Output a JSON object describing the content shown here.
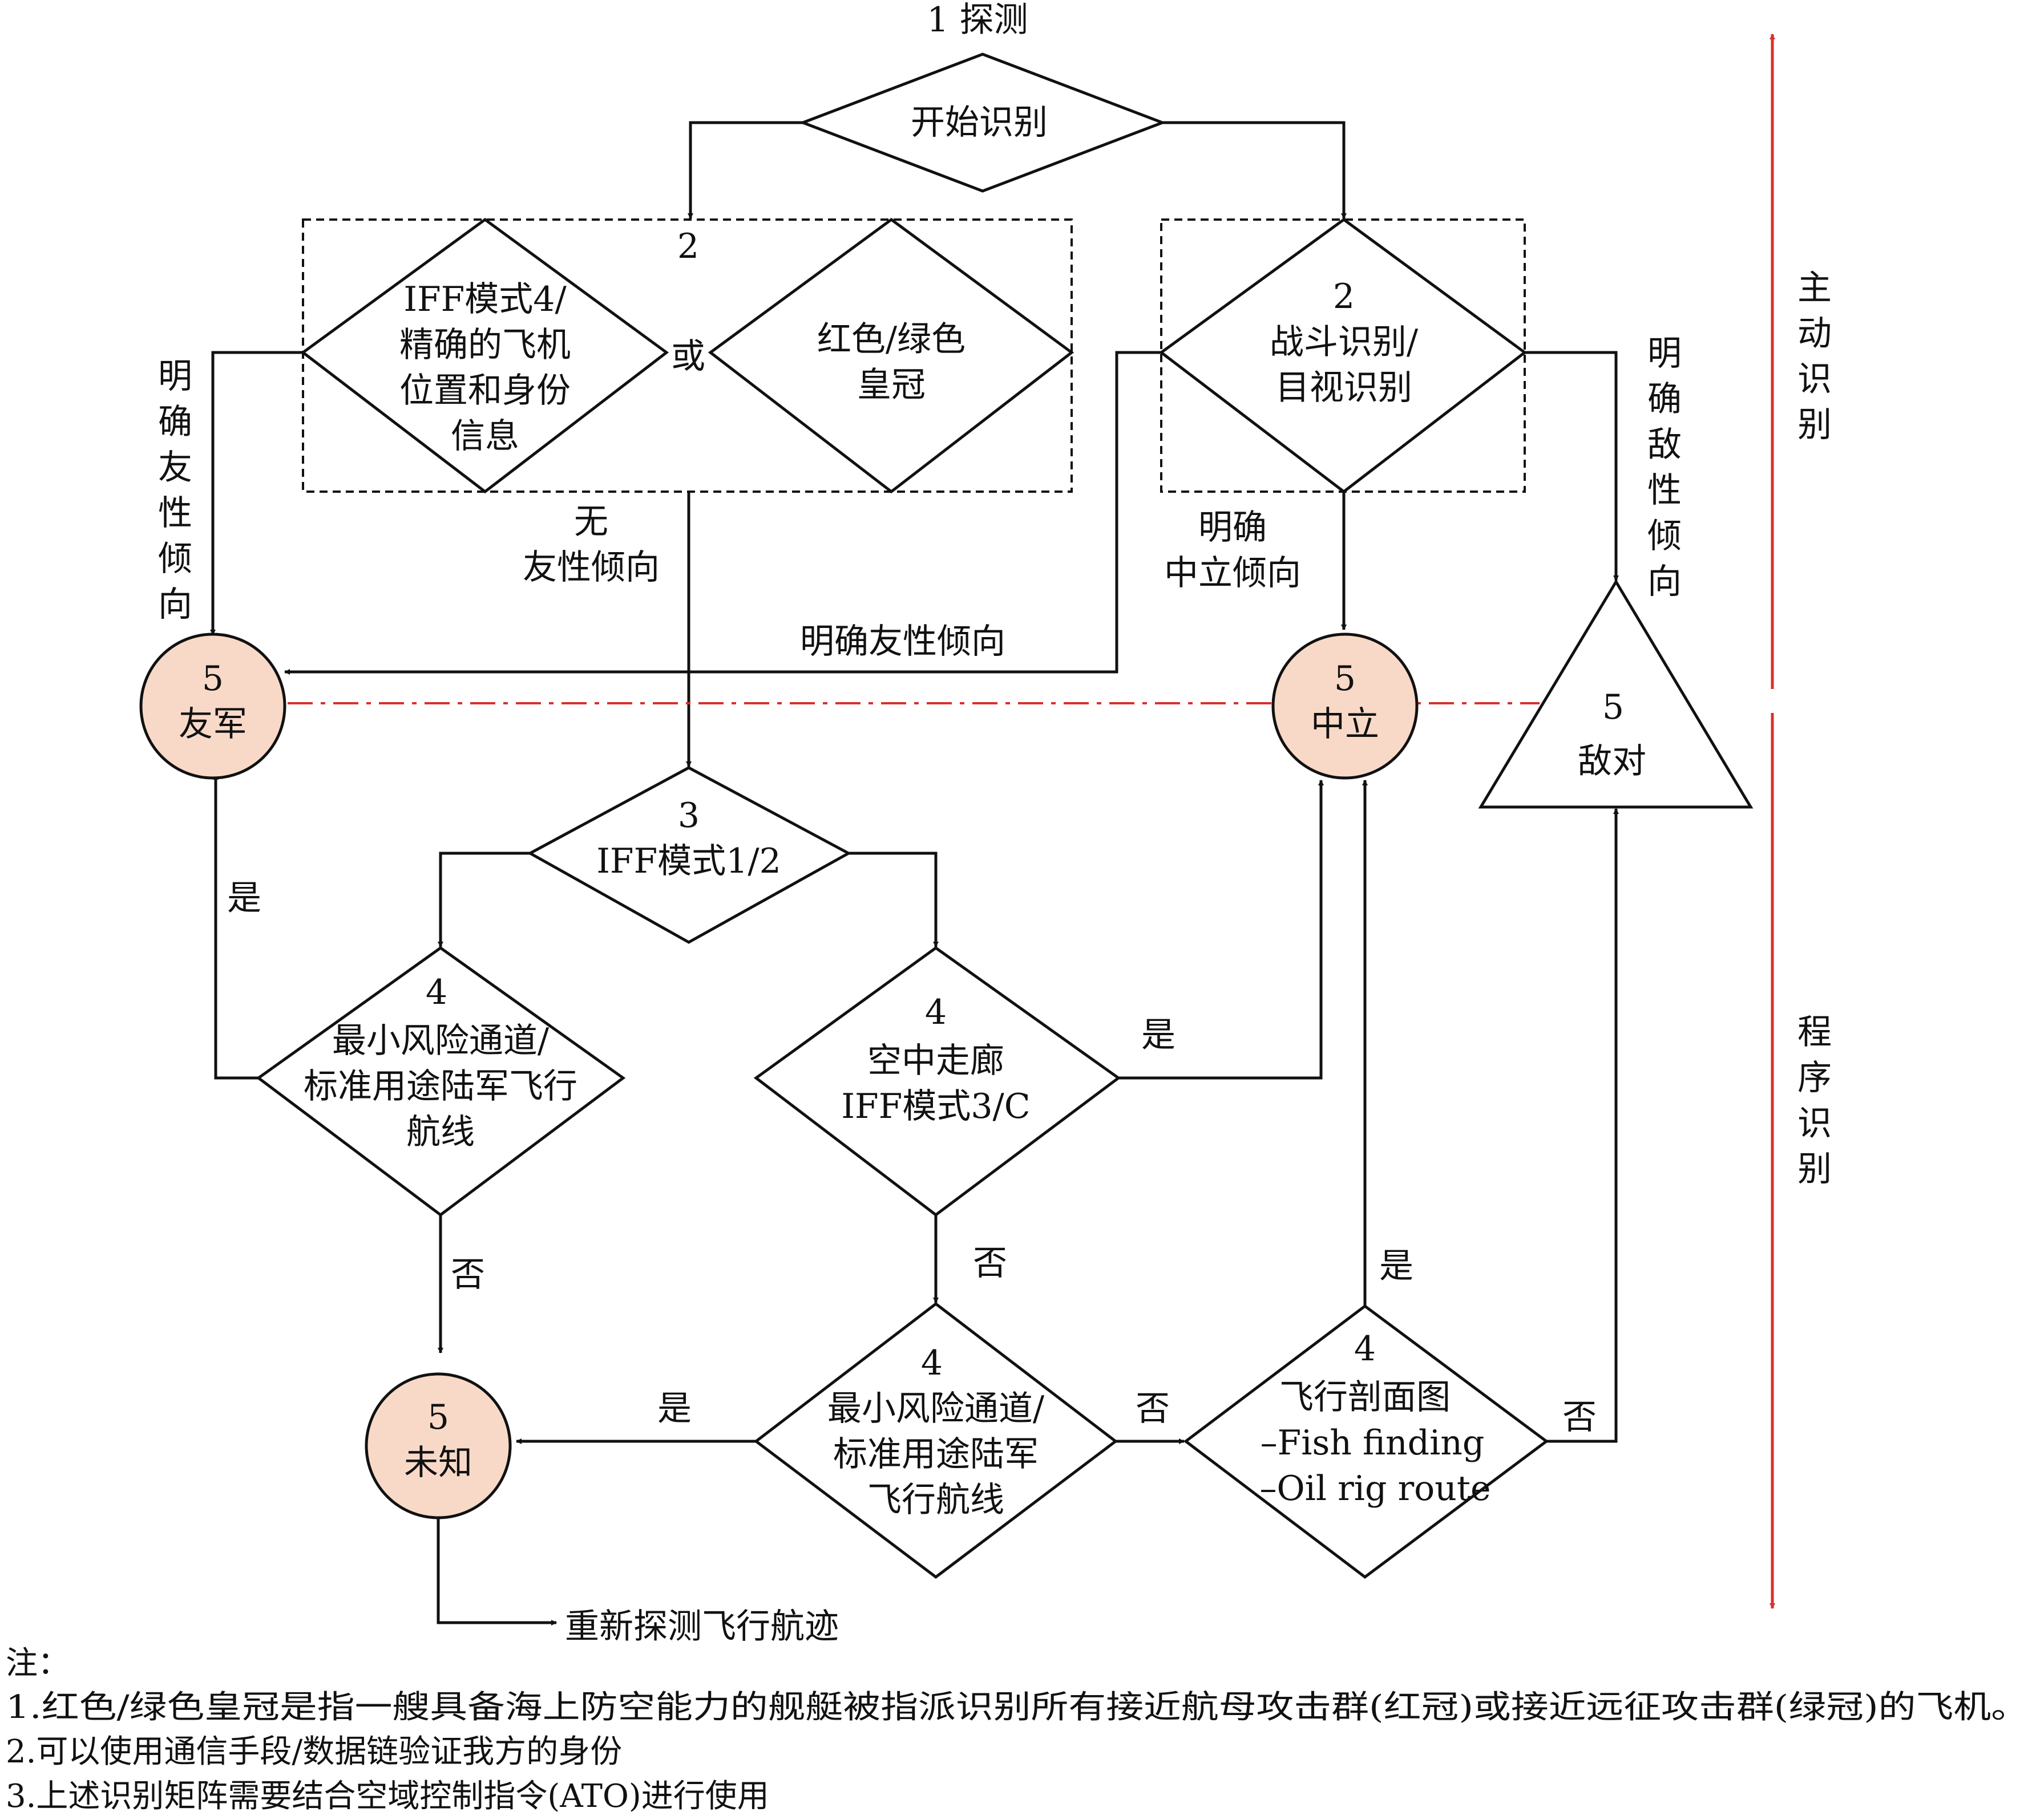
{
  "colors": {
    "line": "#111111",
    "terminal_fill": "#f8d9c8",
    "accent_red": "#d9302c"
  },
  "labels": {
    "step1": "1 探测",
    "start": "开始识别",
    "box_left_num": "2",
    "iff4": [
      "IFF模式4/",
      "精确的飞机",
      "位置和身份",
      "信息"
    ],
    "or": "或",
    "crown": [
      "红色/绿色",
      "皇冠"
    ],
    "combat_num": "2",
    "combat": [
      "战斗识别/",
      "目视识别"
    ],
    "friendly_vertical": [
      "明",
      "确",
      "友",
      "性",
      "倾",
      "向"
    ],
    "hostile_vertical": [
      "明",
      "确",
      "敌",
      "性",
      "倾",
      "向"
    ],
    "active_id": [
      "主",
      "动",
      "识",
      "别"
    ],
    "procedural_id": [
      "程",
      "序",
      "识",
      "别"
    ],
    "no_friendly": [
      "无",
      "友性倾向"
    ],
    "neutral_clear": [
      "明确",
      "中立倾向"
    ],
    "friendly_clear": "明确友性倾向",
    "friend_num": "5",
    "friend": "友军",
    "neutral_num": "5",
    "neutral": "中立",
    "hostile_num": "5",
    "hostile": "敌对",
    "iff12_num": "3",
    "iff12": "IFF模式1/2",
    "mrr_left_num": "4",
    "mrr_left": [
      "最小风险通道/",
      "标准用途陆军飞行",
      "航线"
    ],
    "corridor_num": "4",
    "corridor": [
      "空中走廊",
      "IFF模式3/C"
    ],
    "mrr_bottom_num": "4",
    "mrr_bottom": [
      "最小风险通道/",
      "标准用途陆军",
      "飞行航线"
    ],
    "profile_num": "4",
    "profile": [
      "飞行剖面图",
      "–Fish finding",
      "–Oil rig route"
    ],
    "unknown_num": "5",
    "unknown": "未知",
    "redetect": "重新探测飞行航迹",
    "yes": "是",
    "no": "否"
  },
  "notes": {
    "title": "注：",
    "items": [
      "1.红色/绿色皇冠是指一艘具备海上防空能力的舰艇被指派识别所有接近航母攻击群(红冠)或接近远征攻击群(绿冠)的飞机。",
      "2.可以使用通信手段/数据链验证我方的身份",
      "3.上述识别矩阵需要结合空域控制指令(ATO)进行使用"
    ]
  }
}
